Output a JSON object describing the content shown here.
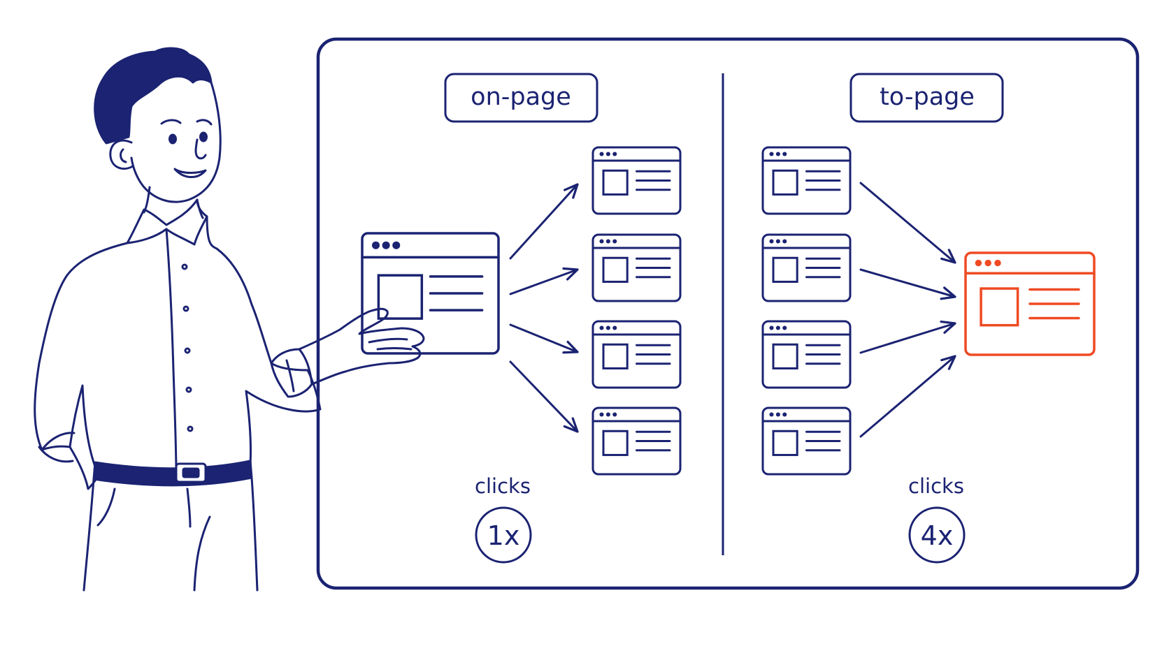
{
  "colors": {
    "ink": "#1b2372",
    "accent": "#ef4a23",
    "background": "#ffffff"
  },
  "left_panel": {
    "label": "on-page",
    "clicks_label": "clicks",
    "clicks_value": "1x"
  },
  "right_panel": {
    "label": "to-page",
    "clicks_label": "clicks",
    "clicks_value": "4x"
  },
  "icons": {
    "presenter": "person-presenting-icon",
    "page": "browser-window-icon"
  }
}
